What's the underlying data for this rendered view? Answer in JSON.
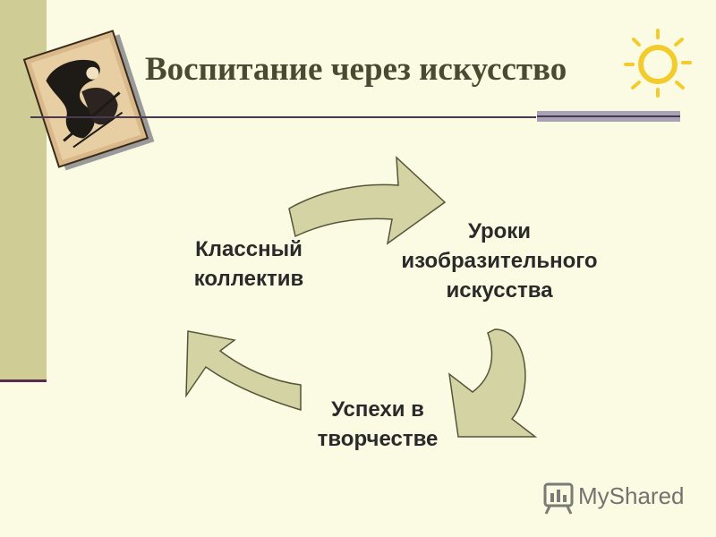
{
  "title": "Воспитание через искусство",
  "diagram": {
    "nodes": {
      "top": [
        "Уроки",
        "изобразительного",
        "искусства"
      ],
      "bottom": [
        "Успехи в",
        "творчестве"
      ],
      "left": [
        "Классный",
        "коллектив"
      ]
    },
    "arrow_fill": "#d4d3a4",
    "arrow_stroke": "#55553a"
  },
  "watermark": "MyShared",
  "colors": {
    "background": "#fbfbe3",
    "left_strip": "#cfcc96",
    "title_text": "#4a4a30"
  }
}
